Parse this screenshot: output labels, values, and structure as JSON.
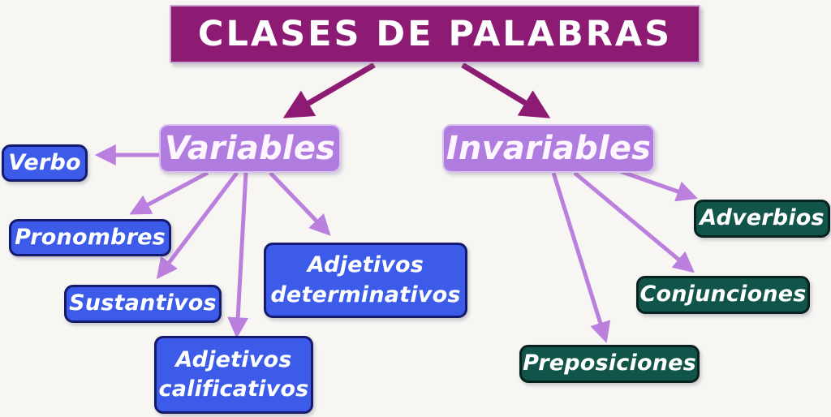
{
  "diagram": {
    "title": "CLASES DE PALABRAS",
    "background_color": "#f7f6f3",
    "nodes": {
      "root": {
        "label": "CLASES DE PALABRAS",
        "color": "#8d1b74",
        "text_color": "#ffffff"
      },
      "variables": {
        "label": "Variables",
        "color": "#b07ce0",
        "text_color": "#fdf6ff"
      },
      "invariables": {
        "label": "Invariables",
        "color": "#b07ce0",
        "text_color": "#fdf6ff"
      },
      "verbo": {
        "label": "Verbo",
        "color": "#3b5be8",
        "text_color": "#ffffff"
      },
      "pronombres": {
        "label": "Pronombres",
        "color": "#3b5be8",
        "text_color": "#ffffff"
      },
      "sustantivos": {
        "label": "Sustantivos",
        "color": "#3b5be8",
        "text_color": "#ffffff"
      },
      "adjetivos_determinativos_line1": {
        "label": "Adjetivos"
      },
      "adjetivos_determinativos_line2": {
        "label": "determinativos"
      },
      "adjetivos_calificativos_line1": {
        "label": "Adjetivos"
      },
      "adjetivos_calificativos_line2": {
        "label": "calificativos"
      },
      "adverbios": {
        "label": "Adverbios",
        "color": "#11544a",
        "text_color": "#ffffff"
      },
      "conjunciones": {
        "label": "Conjunciones",
        "color": "#11544a",
        "text_color": "#ffffff"
      },
      "preposiciones": {
        "label": "Preposiciones",
        "color": "#11544a",
        "text_color": "#ffffff"
      }
    },
    "edges": [
      {
        "from": "root",
        "to": "variables",
        "color": "#8d1b74"
      },
      {
        "from": "root",
        "to": "invariables",
        "color": "#8d1b74"
      },
      {
        "from": "variables",
        "to": "verbo",
        "color": "#bb7fdd"
      },
      {
        "from": "variables",
        "to": "pronombres",
        "color": "#bb7fdd"
      },
      {
        "from": "variables",
        "to": "sustantivos",
        "color": "#bb7fdd"
      },
      {
        "from": "variables",
        "to": "adjetivos-calificativos",
        "color": "#bb7fdd"
      },
      {
        "from": "variables",
        "to": "adjetivos-determinativos",
        "color": "#bb7fdd"
      },
      {
        "from": "invariables",
        "to": "adverbios",
        "color": "#bb7fdd"
      },
      {
        "from": "invariables",
        "to": "conjunciones",
        "color": "#bb7fdd"
      },
      {
        "from": "invariables",
        "to": "preposiciones",
        "color": "#bb7fdd"
      }
    ]
  }
}
